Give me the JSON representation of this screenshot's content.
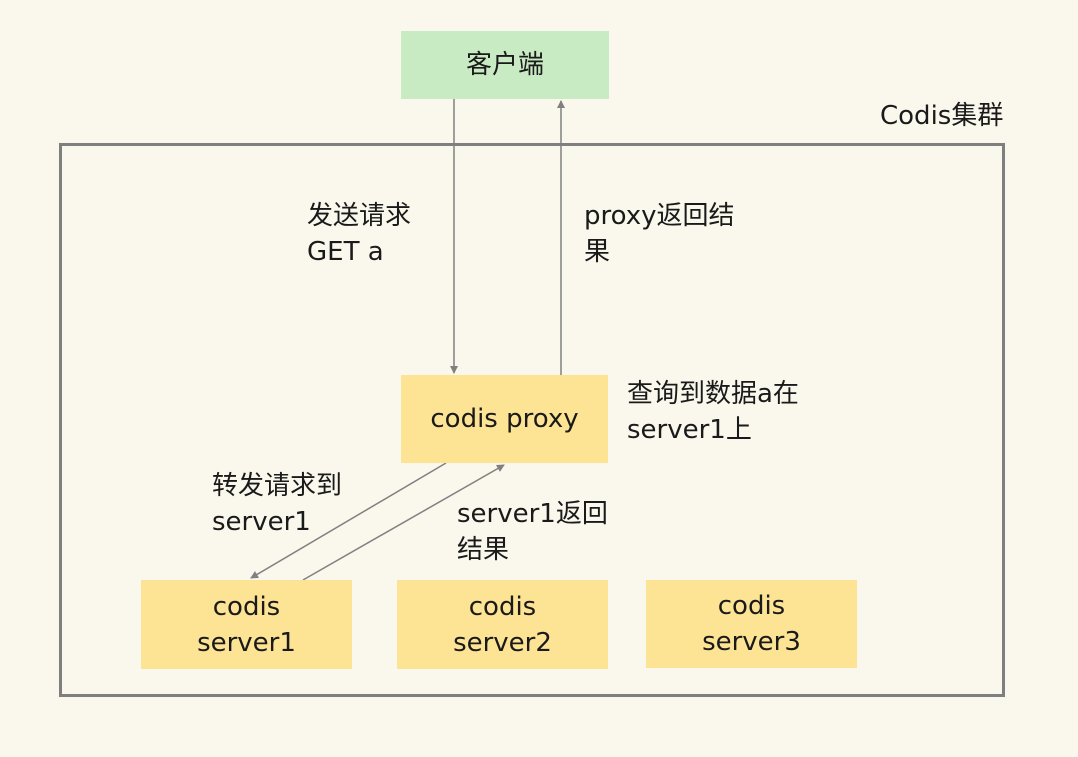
{
  "cluster": {
    "title": "Codis集群"
  },
  "nodes": {
    "client": "客户端",
    "proxy": "codis proxy",
    "server1": "codis\nserver1",
    "server2": "codis\nserver2",
    "server3": "codis\nserver3"
  },
  "edge_labels": {
    "send_request": "发送请求\nGET a",
    "proxy_return": "proxy返回结\n果",
    "lookup": "查询到数据a在\nserver1上",
    "forward": "转发请求到\nserver1",
    "server1_return": "server1返回\n结果"
  },
  "colors": {
    "background": "#faf7ec",
    "client_fill": "#c9ebc3",
    "server_fill": "#fde394",
    "frame": "#7f7f7f",
    "arrow": "#808080"
  }
}
